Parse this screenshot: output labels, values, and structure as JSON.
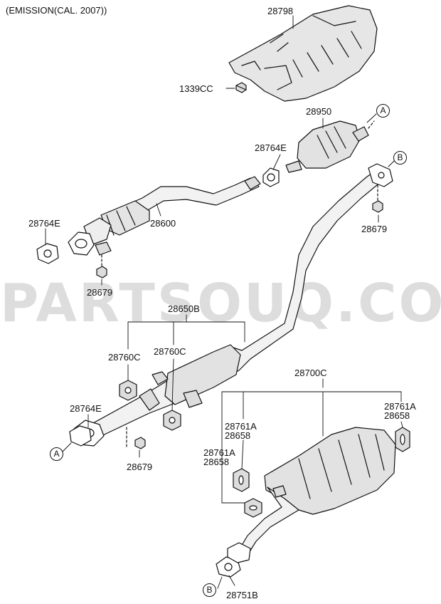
{
  "title": "(EMISSION(CAL. 2007))",
  "watermark": "PARTSOUQ.COM",
  "colors": {
    "line": "#111111",
    "fill": "#dcdcdc",
    "watermark": "#969696"
  },
  "parts": {
    "p28798": "28798",
    "p1339cc": "1339CC",
    "p28950": "28950",
    "p28764e_a": "28764E",
    "p28764e_b": "28764E",
    "p28600": "28600",
    "p28679_a": "28679",
    "p28679_b": "28679",
    "p28679_c": "28679",
    "p28650b": "28650B",
    "p28760c_a": "28760C",
    "p28760c_b": "28760C",
    "p28764e_c": "28764E",
    "p28700c": "28700C",
    "p28761a_a": "28761A",
    "p28658_a": "28658",
    "p28761a_b": "28761A",
    "p28658_b": "28658",
    "p28761a_c": "28761A",
    "p28658_c": "28658",
    "p28751b": "28751B"
  },
  "refs": {
    "a_top": "A",
    "b_top": "B",
    "a_bottom": "A",
    "b_bottom": "B"
  }
}
